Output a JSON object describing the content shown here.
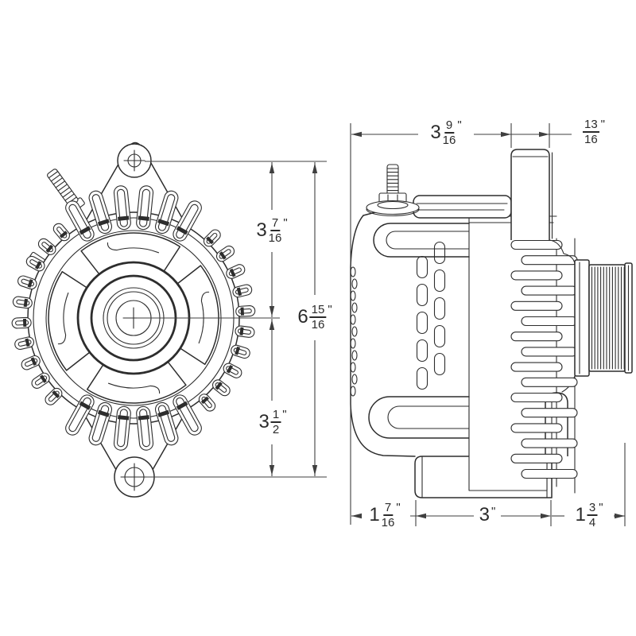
{
  "colors": {
    "line": "#2d2d2d",
    "dimension": "#3f3f3f",
    "text": "#2b2b2b",
    "background": "#ffffff"
  },
  "drawing": {
    "dimensions": {
      "front_upper": {
        "whole": "3",
        "numerator": "7",
        "denominator": "16",
        "unit": "\""
      },
      "front_overall": {
        "whole": "6",
        "numerator": "15",
        "denominator": "16",
        "unit": "\""
      },
      "front_lower": {
        "whole": "3",
        "numerator": "1",
        "denominator": "2",
        "unit": "\""
      },
      "side_body_width": {
        "whole": "3",
        "numerator": "9",
        "denominator": "16",
        "unit": "\""
      },
      "side_ear_width": {
        "numerator": "13",
        "denominator": "16",
        "unit": "\""
      },
      "side_rear_depth": {
        "whole": "1",
        "numerator": "7",
        "denominator": "16",
        "unit": "\""
      },
      "side_foot_length": {
        "whole": "3",
        "unit": "\""
      },
      "side_front_depth": {
        "whole": "1",
        "numerator": "3",
        "denominator": "4",
        "unit": "\""
      }
    }
  }
}
